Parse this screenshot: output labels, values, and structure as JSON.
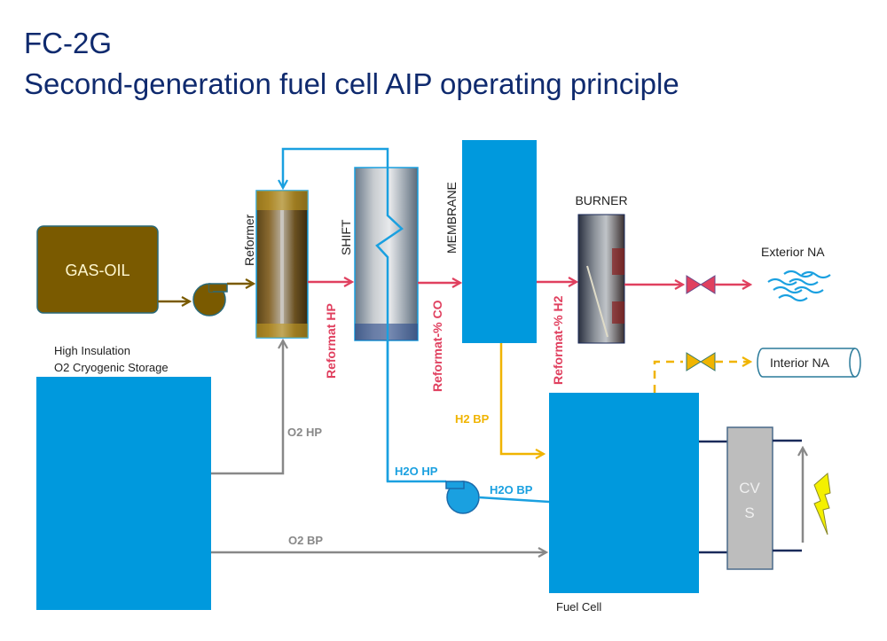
{
  "title": {
    "line1": "FC-2G",
    "line2": "Second-generation fuel cell AIP operating principle"
  },
  "components": {
    "gas_oil": "GAS-OIL",
    "reformer": "Reformer",
    "shift": "SHIFT",
    "membrane": "MEMBRANE",
    "burner": "BURNER",
    "exterior": "Exterior NA",
    "interior": "Interior NA",
    "storage_line1": "High Insulation",
    "storage_line2": "O2 Cryogenic Storage",
    "fuel_cell": "Fuel Cell",
    "cvs_line1": "CV",
    "cvs_line2": "S"
  },
  "flows": {
    "reformat_hp": "Reformat HP",
    "reformat_co": "Reformat-% CO",
    "reformat_h2": "Reformat-% H2",
    "h2_bp": "H2 BP",
    "h2o_hp": "H2O HP",
    "h2o_bp": "H2O BP",
    "o2_hp": "O2 HP",
    "o2_bp": "O2 BP"
  },
  "colors": {
    "title": "#0f2a6e",
    "blue_block": "#0099dd",
    "gas_oil": "#7a5a00",
    "reformat_red": "#e0405f",
    "h2_yellow": "#f0b400",
    "water_blue": "#1aa0e0",
    "oxygen_gray": "#888888",
    "cvs_gray": "#bdbdbd",
    "wire_navy": "#1a2a5a",
    "bolt_yellow": "#f4f000"
  }
}
